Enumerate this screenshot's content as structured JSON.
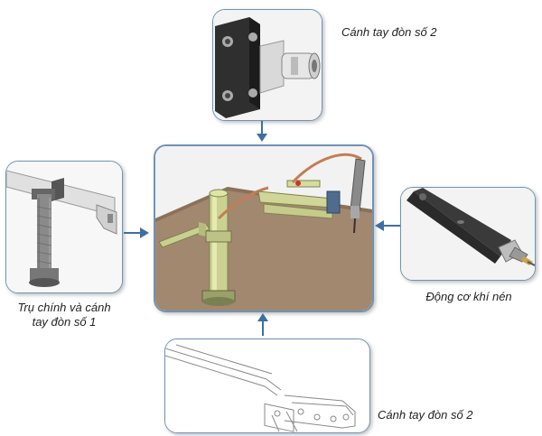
{
  "labels": {
    "top": "Cánh tay đòn số 2",
    "left_line1": "Trụ chính và cánh",
    "left_line2": "tay đòn số 1",
    "right": "Động cơ khí nén",
    "bottom": "Cánh tay đòn số 2"
  },
  "colors": {
    "frame": "#6f93b8",
    "arrow": "#3d6fa3",
    "table": "#a2886f",
    "metal": "#c8cf8e"
  }
}
